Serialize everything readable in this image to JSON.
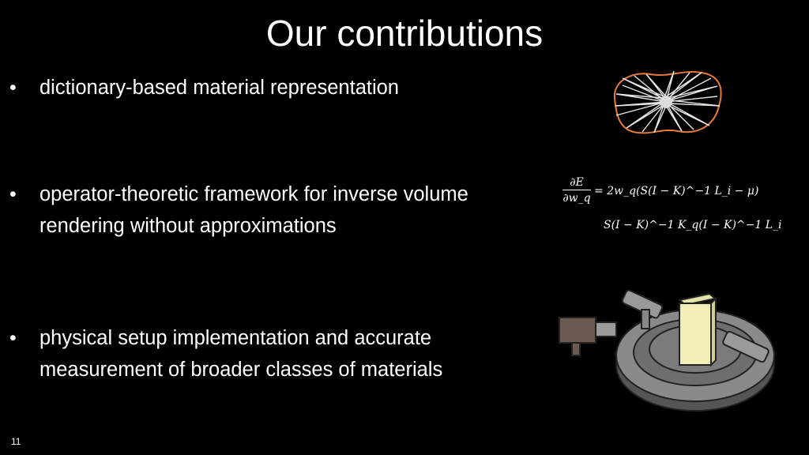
{
  "slide": {
    "title": "Our contributions",
    "page_number": "11"
  },
  "bullets": [
    {
      "marker": "•",
      "text": "dictionary-based material representation"
    },
    {
      "marker": "•",
      "text": "operator-theoretic framework for inverse volume rendering without approximations"
    },
    {
      "marker": "•",
      "text": "physical setup implementation and accurate measurement of broader classes of materials"
    }
  ],
  "equation": {
    "numerator": "∂E",
    "denominator": "∂w_q",
    "line1": "= 2w_q(S(I − K)^−1 L_i − μ)",
    "line2": "S(I − K)^−1 K_q(I − K)^−1 L_i"
  },
  "colors": {
    "background": "#000000",
    "text": "#ffffff",
    "phase_outline": "#e87a3a",
    "rig_gray": "#6e6e6e",
    "sample_yellow": "#f2f0b8",
    "camera_brown": "#6b5a52"
  },
  "icons": {
    "figure1": "phase-function-star-plot",
    "figure3": "measurement-rig-illustration"
  }
}
